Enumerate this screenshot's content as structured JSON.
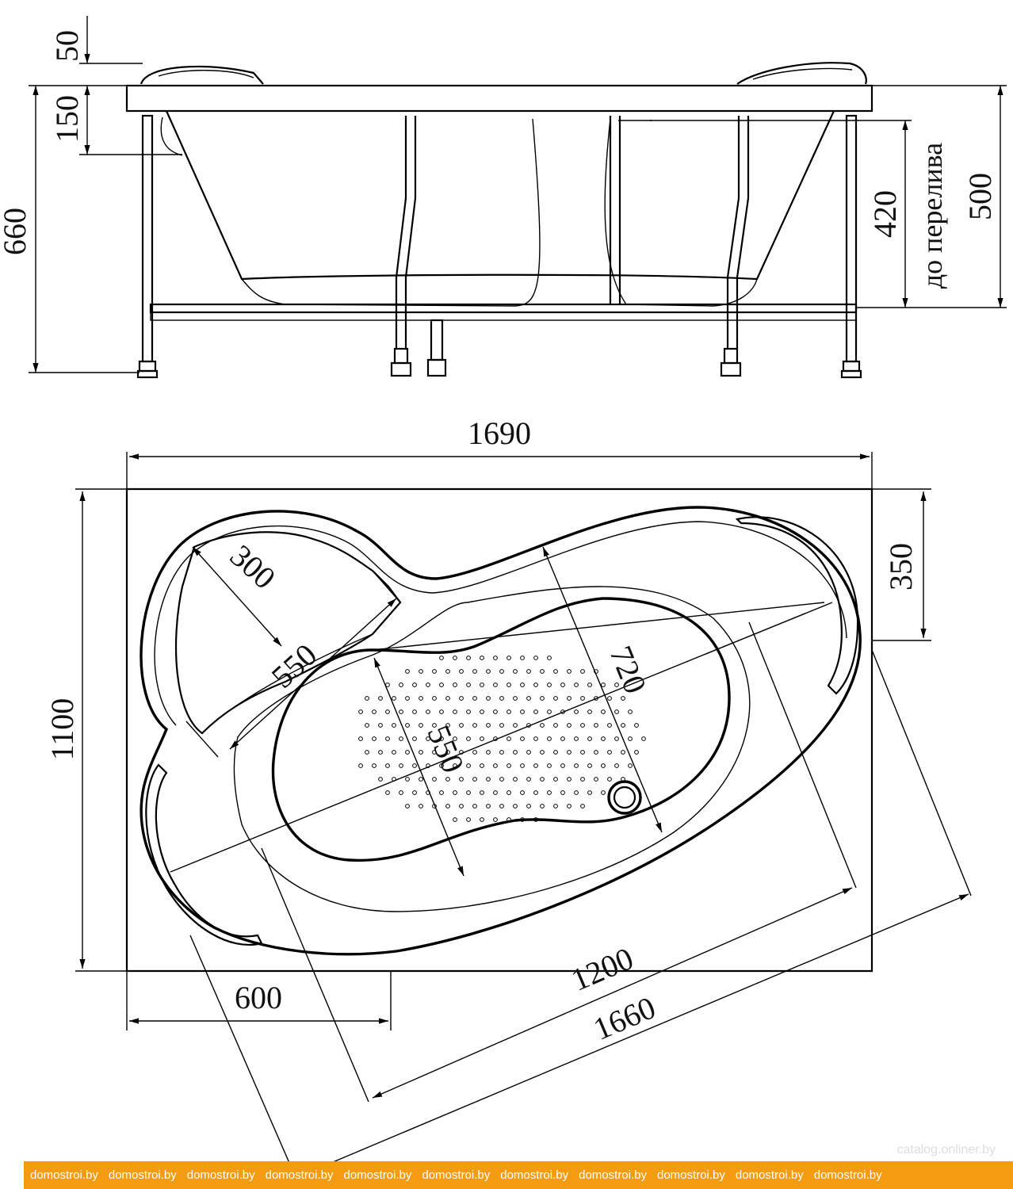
{
  "side_view": {
    "dim_50": "50",
    "dim_150": "150",
    "dim_660": "660",
    "dim_420": "420",
    "label_overflow": "до перелива",
    "dim_500": "500"
  },
  "top_view": {
    "dim_1690": "1690",
    "dim_1100": "1100",
    "dim_350": "350",
    "dim_600": "600",
    "dim_300": "300",
    "dim_550_headrest": "550",
    "dim_720": "720",
    "dim_550_bottom": "550",
    "dim_1200": "1200",
    "dim_1660": "1660"
  },
  "watermark": {
    "items": [
      "domostroi.by",
      "domostroi.by",
      "domostroi.by",
      "domostroi.by",
      "domostroi.by",
      "domostroi.by",
      "domostroi.by",
      "domostroi.by",
      "domostroi.by",
      "domostroi.by",
      "domostroi.by"
    ],
    "catalog": "catalog.onliner.by",
    "color": "#f39c12"
  }
}
